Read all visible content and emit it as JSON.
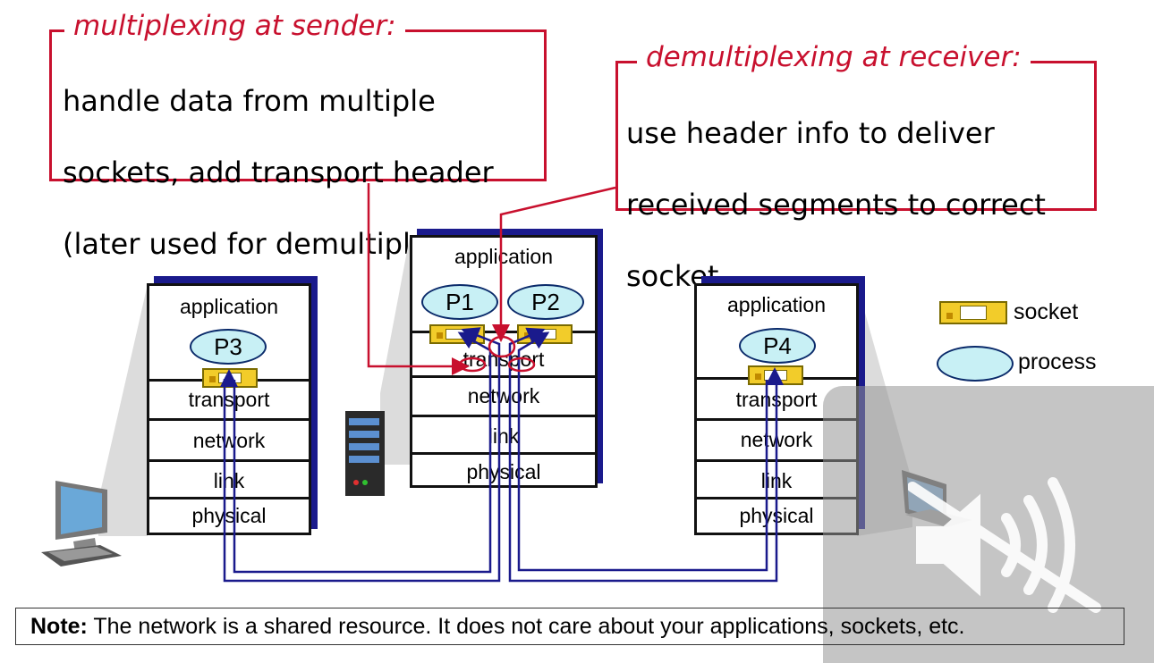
{
  "callouts": {
    "sender": {
      "title": "multiplexing at sender:",
      "lines": [
        "handle data from multiple",
        "sockets, add transport header",
        "(later used for demultiplexing)"
      ]
    },
    "receiver": {
      "title": "demultiplexing at receiver:",
      "lines": [
        "use header info to deliver",
        "received segments to correct",
        "socket"
      ]
    }
  },
  "hosts": {
    "left": {
      "application": "application",
      "process": "P3",
      "transport": "transport",
      "network": "network",
      "link": "link",
      "physical": "physical"
    },
    "middle": {
      "application": "application",
      "processes": [
        "P1",
        "P2"
      ],
      "transport": "transport",
      "network": "network",
      "link": "link",
      "physical": "physical"
    },
    "right": {
      "application": "application",
      "process": "P4",
      "transport": "transport",
      "network": "network",
      "link": "link",
      "physical": "physical"
    }
  },
  "legend": {
    "socket": "socket",
    "process": "process"
  },
  "note": {
    "bold": "Note:",
    "text": " The network is a shared resource. It does not care about your applications, sockets, etc."
  },
  "colors": {
    "accent_red": "#c8102e",
    "path_blue": "#1a1a8c",
    "process_fill": "#c8f0f5",
    "socket_fill": "#f2cc2a"
  },
  "icons": [
    "desktop-computer-icon",
    "server-tower-icon",
    "laptop-icon",
    "muted-speaker-icon"
  ]
}
